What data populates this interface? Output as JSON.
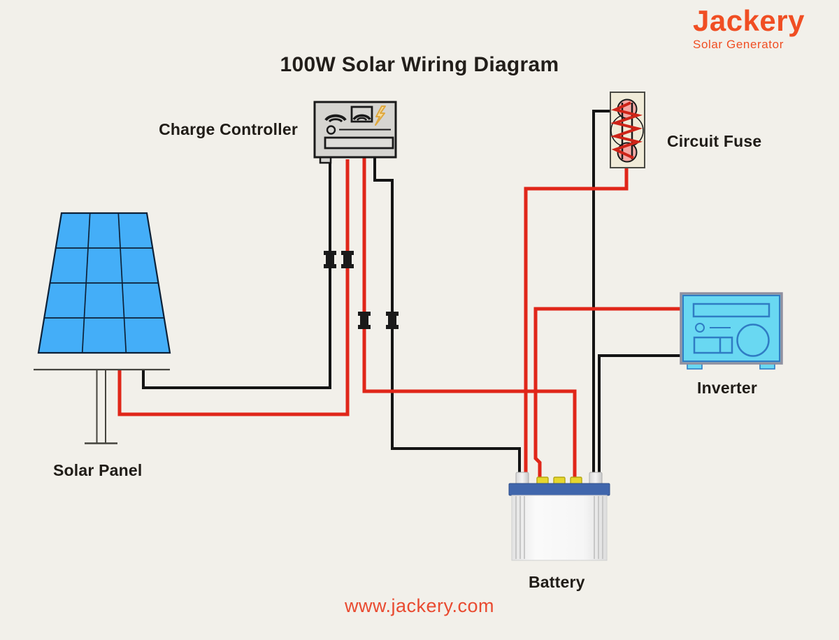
{
  "page": {
    "background_color": "#F2F0EA",
    "title": "100W Solar Wiring Diagram",
    "footer_url": "www.jackery.com"
  },
  "brand": {
    "name": "Jackery",
    "tagline": "Solar Generator",
    "accent_color": "#F04E23"
  },
  "labels": {
    "charge_controller": "Charge Controller",
    "circuit_fuse": "Circuit Fuse",
    "solar_panel": "Solar Panel",
    "inverter": "Inverter",
    "battery": "Battery"
  },
  "colors": {
    "positive_wire_red": "#E02619",
    "negative_wire_black": "#141414",
    "solar_panel_blue": "#44AEF8",
    "inverter_cyan": "#69D8F2",
    "inverter_line_blue": "#2F7CC4",
    "battery_band_blue": "#4066AC",
    "battery_cap_yellow": "#E6D72E",
    "fuse_body_cream": "#F0EBD8",
    "fuse_contact_pink": "#F5A9A4",
    "controller_gray": "#D6D5D1"
  },
  "connections": [
    {
      "from": "solar-panel",
      "to": "charge-controller",
      "wires": [
        "positive-red",
        "negative-black"
      ],
      "inline_connectors": 2
    },
    {
      "from": "charge-controller",
      "to": "battery",
      "wires": [
        "positive-red",
        "negative-black"
      ],
      "inline_connectors": 2
    },
    {
      "from": "battery",
      "to": "circuit-fuse",
      "wires": [
        "positive-red",
        "negative-black"
      ]
    },
    {
      "from": "battery",
      "to": "inverter",
      "wires": [
        "positive-red",
        "negative-black"
      ]
    }
  ]
}
